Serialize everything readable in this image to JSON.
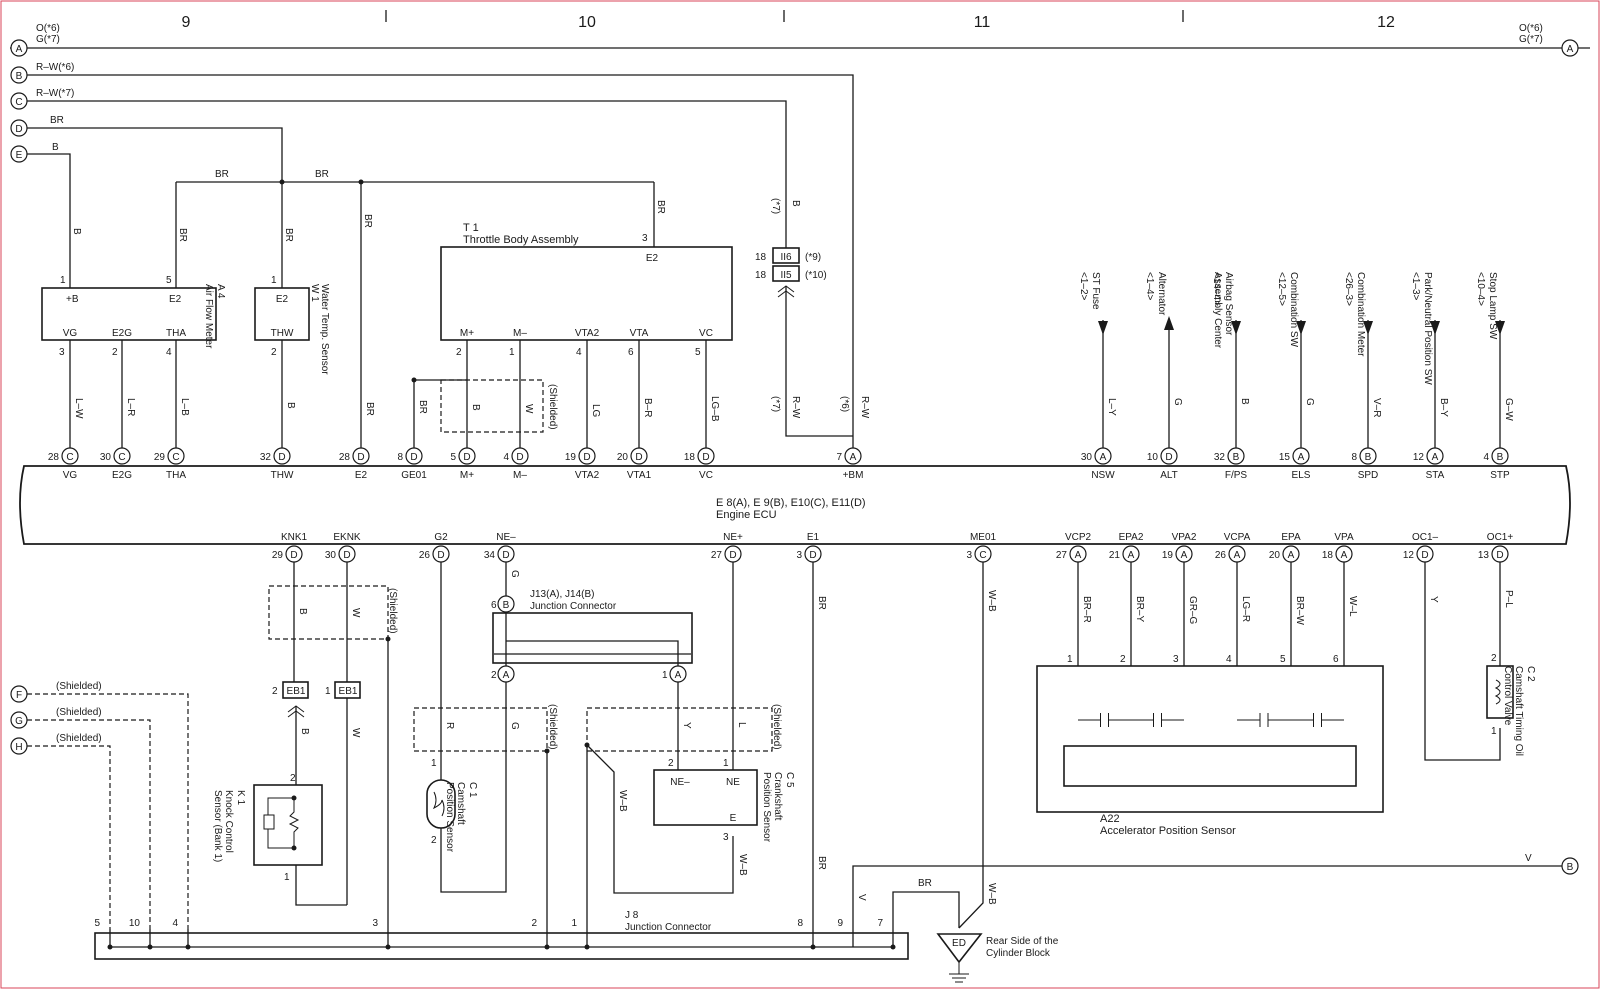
{
  "columns": [
    "9",
    "10",
    "11",
    "12"
  ],
  "bus_lines": [
    {
      "id": "A",
      "label": "O(*6)\nG(*7)"
    },
    {
      "id": "B",
      "label": "R–W(*6)"
    },
    {
      "id": "C",
      "label": "R–W(*7)"
    },
    {
      "id": "D",
      "label": "BR"
    },
    {
      "id": "E",
      "label": "B"
    },
    {
      "id": "F",
      "label": "(Shielded)"
    },
    {
      "id": "G",
      "label": "(Shielded)"
    },
    {
      "id": "H",
      "label": "(Shielded)"
    }
  ],
  "right_terminals": [
    {
      "id": "A",
      "label": "O(*6)\nG(*7)"
    },
    {
      "id": "B",
      "label": "V"
    }
  ],
  "ecu": {
    "name": "Engine ECU",
    "connectors": "E 8(A), E 9(B), E10(C), E11(D)",
    "top_pins": [
      {
        "num": "28",
        "conn": "C",
        "name": "VG"
      },
      {
        "num": "30",
        "conn": "C",
        "name": "E2G"
      },
      {
        "num": "29",
        "conn": "C",
        "name": "THA"
      },
      {
        "num": "32",
        "conn": "D",
        "name": "THW"
      },
      {
        "num": "28",
        "conn": "D",
        "name": "E2"
      },
      {
        "num": "8",
        "conn": "D",
        "name": "GE01"
      },
      {
        "num": "5",
        "conn": "D",
        "name": "M+"
      },
      {
        "num": "4",
        "conn": "D",
        "name": "M–"
      },
      {
        "num": "19",
        "conn": "D",
        "name": "VTA2"
      },
      {
        "num": "20",
        "conn": "D",
        "name": "VTA1"
      },
      {
        "num": "18",
        "conn": "D",
        "name": "VC"
      },
      {
        "num": "7",
        "conn": "A",
        "name": "+BM"
      },
      {
        "num": "30",
        "conn": "A",
        "name": "NSW"
      },
      {
        "num": "10",
        "conn": "D",
        "name": "ALT"
      },
      {
        "num": "32",
        "conn": "B",
        "name": "F/PS"
      },
      {
        "num": "15",
        "conn": "A",
        "name": "ELS"
      },
      {
        "num": "8",
        "conn": "B",
        "name": "SPD"
      },
      {
        "num": "12",
        "conn": "A",
        "name": "STA"
      },
      {
        "num": "4",
        "conn": "B",
        "name": "STP"
      }
    ],
    "bottom_pins": [
      {
        "num": "29",
        "conn": "D",
        "name": "KNK1"
      },
      {
        "num": "30",
        "conn": "D",
        "name": "EKNK"
      },
      {
        "num": "26",
        "conn": "D",
        "name": "G2"
      },
      {
        "num": "34",
        "conn": "D",
        "name": "NE–"
      },
      {
        "num": "27",
        "conn": "D",
        "name": "NE+"
      },
      {
        "num": "3",
        "conn": "D",
        "name": "E1"
      },
      {
        "num": "3",
        "conn": "C",
        "name": "ME01"
      },
      {
        "num": "27",
        "conn": "A",
        "name": "VCP2"
      },
      {
        "num": "21",
        "conn": "A",
        "name": "EPA2"
      },
      {
        "num": "19",
        "conn": "A",
        "name": "VPA2"
      },
      {
        "num": "26",
        "conn": "A",
        "name": "VCPA"
      },
      {
        "num": "20",
        "conn": "A",
        "name": "EPA"
      },
      {
        "num": "18",
        "conn": "A",
        "name": "VPA"
      },
      {
        "num": "12",
        "conn": "D",
        "name": "OC1–"
      },
      {
        "num": "13",
        "conn": "D",
        "name": "OC1+"
      }
    ]
  },
  "wire_colors": {
    "top": [
      "L–W",
      "L–R",
      "L–B",
      "B",
      "BR",
      "BR",
      "B",
      "W",
      "LG",
      "B–R",
      "LG–B",
      "R–W",
      "R–W",
      "L–Y",
      "G",
      "B",
      "G",
      "V–R",
      "B–Y",
      "G–W"
    ],
    "bottom": [
      "B",
      "W",
      "B",
      "W",
      "R",
      "G",
      "Y",
      "L",
      "G",
      "BR",
      "W–B",
      "BR–R",
      "BR–Y",
      "GR–G",
      "LG–R",
      "BR–W",
      "W–L",
      "Y",
      "P–L",
      "BR",
      "W–B",
      "V",
      "BR",
      "W–B",
      "R–W",
      "R–W",
      "B",
      "BR",
      "BR",
      "BR",
      "BR",
      "B",
      "W–B"
    ]
  },
  "components": {
    "af": {
      "code": "A 4",
      "name": "Air Flow Meter",
      "pins_top": [
        "+B",
        "E2"
      ],
      "pins_bottom": [
        "VG",
        "E2G",
        "THA"
      ],
      "pin_nums": [
        "1",
        "5",
        "3",
        "2",
        "4"
      ]
    },
    "wt": {
      "code": "W 1",
      "name": "Water Temp. Sensor",
      "pins_top": [
        "E2"
      ],
      "pins_bottom": [
        "THW"
      ],
      "pin_nums": [
        "1",
        "2"
      ]
    },
    "tb": {
      "code": "T 1",
      "name": "Throttle Body Assembly",
      "pins_top": [
        "E2"
      ],
      "pins_bottom": [
        "M+",
        "M–",
        "VTA2",
        "VTA",
        "VC"
      ],
      "pin_nums": [
        "3",
        "2",
        "1",
        "4",
        "6",
        "5"
      ]
    },
    "ii": {
      "rows": [
        {
          "pin": "18",
          "name": "II6",
          "note": "(*9)"
        },
        {
          "pin": "18",
          "name": "II5",
          "note": "(*10)"
        }
      ]
    },
    "ks": {
      "code": "K 1",
      "name": "Knock Control\nSensor (Bank 1)",
      "pin_nums": [
        "2",
        "1"
      ]
    },
    "eb1": {
      "name": "EB1",
      "pins": [
        "2",
        "1"
      ]
    },
    "j13": {
      "code": "J13(A), J14(B)",
      "name": "Junction Connector",
      "pins": [
        "6",
        "B",
        "2",
        "A",
        "1",
        "A"
      ]
    },
    "c1": {
      "code": "C 1",
      "name": "Camshaft\nPosition Sensor",
      "pin_nums": [
        "1",
        "2"
      ]
    },
    "c5": {
      "code": "C 5",
      "name": "Crankshaft\nPosition Sensor",
      "pins": [
        "NE–",
        "NE",
        "E"
      ],
      "pin_nums": [
        "2",
        "1",
        "3"
      ]
    },
    "a22": {
      "code": "A22",
      "name": "Accelerator Position Sensor",
      "pins": [
        "VCP2",
        "EPA2",
        "VPA2",
        "VCPA",
        "EPA",
        "VPA"
      ],
      "pin_nums": [
        "1",
        "2",
        "3",
        "4",
        "5",
        "6"
      ]
    },
    "c2": {
      "code": "C 2",
      "name": "Camshaft Timing Oil\nControl Valve",
      "pin_nums": [
        "2",
        "1"
      ]
    },
    "j8": {
      "code": "J 8",
      "name": "Junction Connector",
      "pins": [
        "5",
        "10",
        "4",
        "3",
        "2",
        "1",
        "8",
        "9",
        "7"
      ]
    },
    "ground": {
      "code": "ED",
      "name": "Rear Side of the\nCylinder Block"
    }
  },
  "external_signals": [
    {
      "name": "ST Fuse",
      "ref": "<1–2>",
      "pin": "30",
      "conn": "A"
    },
    {
      "name": "Alternator",
      "ref": "<1–4>",
      "pin": "10",
      "conn": "D"
    },
    {
      "name": "Airbag Sensor\nAssembly Center",
      "ref": "<14–4>",
      "pin": "32",
      "conn": "B"
    },
    {
      "name": "Combination SW",
      "ref": "<12–5>",
      "pin": "15",
      "conn": "A"
    },
    {
      "name": "Combination Meter",
      "ref": "<26–3>",
      "pin": "8",
      "conn": "B"
    },
    {
      "name": "Park/Neutral Position SW",
      "ref": "<1–3>",
      "pin": "12",
      "conn": "A"
    },
    {
      "name": "Stop Lamp SW",
      "ref": "<10–4>",
      "pin": "4",
      "conn": "B"
    }
  ],
  "notes": {
    "shielded": "(Shielded)",
    "n6": "(*6)",
    "n7": "(*7)"
  }
}
